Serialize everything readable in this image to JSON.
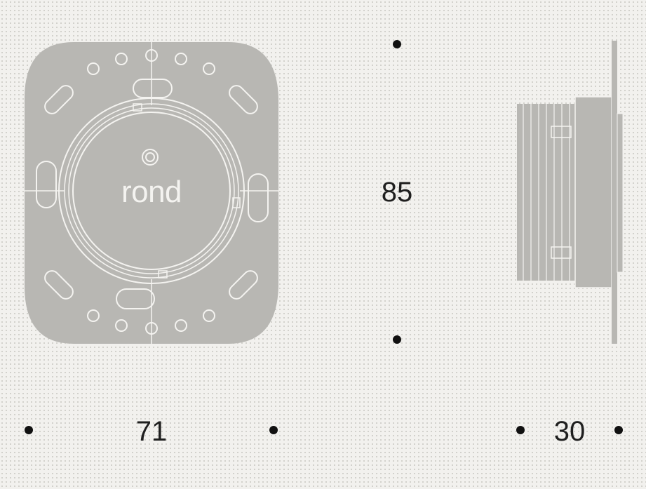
{
  "product": {
    "brand_text": "rond"
  },
  "dimensions": {
    "width_label": "71",
    "height_label": "85",
    "depth_label": "30"
  },
  "colors": {
    "background": "#f2f1ee",
    "product_gray": "#b8b7b3",
    "outline": "#f4f3f0",
    "marker": "#111111"
  }
}
